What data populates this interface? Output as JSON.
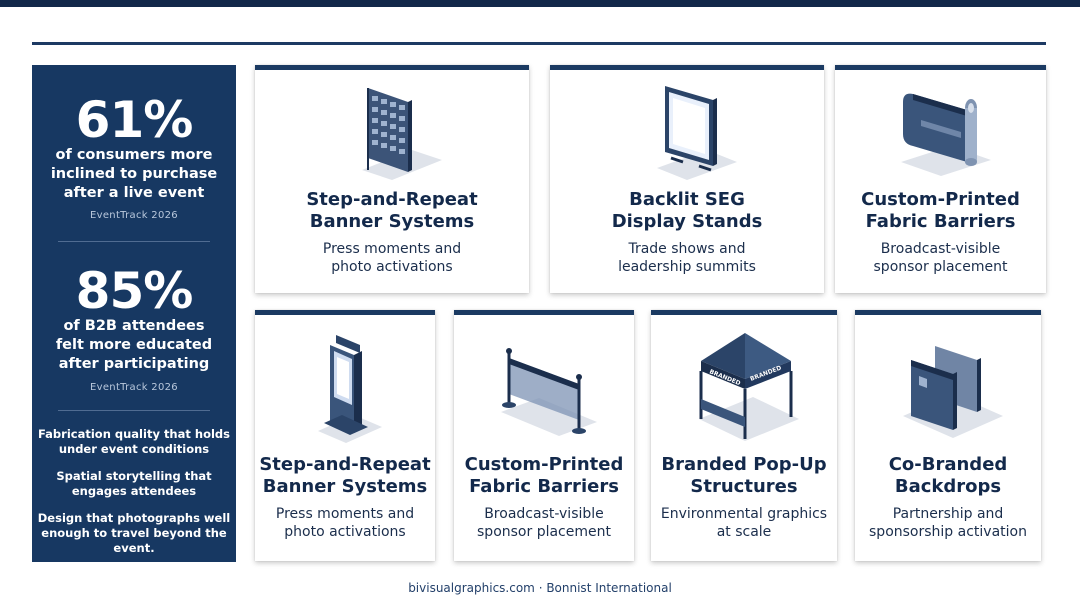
{
  "sidebar": {
    "stat1": {
      "value": "61%",
      "desc": "of consumers more\ninclined to purchase\nafter a live event",
      "source": "EventTrack 2026"
    },
    "stat2": {
      "value": "85%",
      "desc": "of B2B attendees\nfelt more educated\nafter participating",
      "source": "EventTrack 2026"
    },
    "bullets": [
      "Fabrication quality that holds\nunder event conditions",
      "Spatial storytelling that\nengages attendees",
      "Design that photographs well\nenough to travel beyond the event."
    ]
  },
  "cards": [
    {
      "icon": "step-and-repeat-icon",
      "title": "Step-and-Repeat\nBanner Systems",
      "subtitle": "Press moments and\nphoto activations"
    },
    {
      "icon": "backlit-seg-stand-icon",
      "title": "Backlit SEG\nDisplay Stands",
      "subtitle": "Trade shows and\nleadership summits"
    },
    {
      "icon": "fabric-barrier-roll-icon",
      "title": "Custom-Printed\nFabric Barriers",
      "subtitle": "Broadcast-visible\nsponsor placement"
    },
    {
      "icon": "digital-kiosk-icon",
      "title": "Step-and-Repeat\nBanner Systems",
      "subtitle": "Press moments and\nphoto activations"
    },
    {
      "icon": "barrier-stanchion-icon",
      "title": "Custom-Printed\nFabric Barriers",
      "subtitle": "Broadcast-visible\nsponsor placement"
    },
    {
      "icon": "popup-tent-icon",
      "title": "Branded Pop-Up\nStructures",
      "subtitle": "Environmental graphics\nat scale",
      "tent_label": "BRANDED"
    },
    {
      "icon": "co-branded-backdrop-icon",
      "title": "Co-Branded\nBackdrops",
      "subtitle": "Partnership and\nsponsorship activation"
    }
  ],
  "footer": "bivisualgraphics.com · Bonnist International",
  "colors": {
    "navy": "#173862",
    "accent": "#1b3a62",
    "text": "#13294b"
  }
}
